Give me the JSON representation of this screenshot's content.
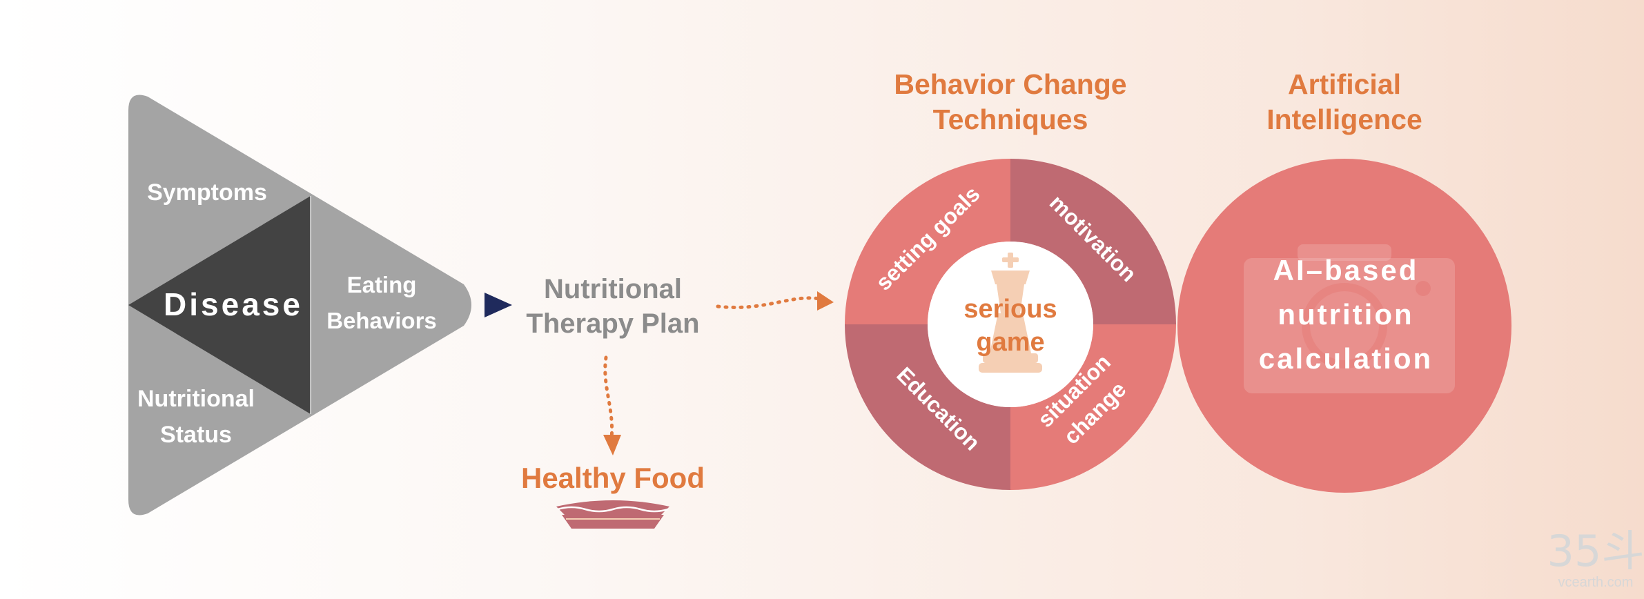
{
  "colors": {
    "triangle_gray": "#a4a4a4",
    "triangle_dark": "#434343",
    "arrow_navy": "#1f2a5c",
    "orange": "#e07a3f",
    "gray_text": "#8b8b8b",
    "pink": "#e57b78",
    "pink_dark": "#bf6a72",
    "chess_piece": "#f5cfb4",
    "watermark": "#d7d7d7"
  },
  "triangle": {
    "top_label": "Symptoms",
    "center_label": "Disease",
    "right_label_line1": "Eating",
    "right_label_line2": "Behaviors",
    "bottom_label_line1": "Nutritional",
    "bottom_label_line2": "Status"
  },
  "plan": {
    "line1": "Nutritional",
    "line2": "Therapy Plan"
  },
  "healthy_food": {
    "label": "Healthy Food",
    "icon": "pie-icon"
  },
  "bct": {
    "title_line1": "Behavior Change",
    "title_line2": "Techniques",
    "segments": [
      "setting goals",
      "motivation",
      "Education",
      "situation",
      "change"
    ],
    "center_line1": "serious",
    "center_line2": "game",
    "center_icon": "chess-queen-icon"
  },
  "ai": {
    "title_line1": "Artificial",
    "title_line2": "Intelligence",
    "text_line1": "AI–based",
    "text_line2": "nutrition",
    "text_line3": "calculation",
    "icon": "camera-icon"
  },
  "watermark": {
    "logo": "35斗",
    "url": "vcearth.com"
  }
}
